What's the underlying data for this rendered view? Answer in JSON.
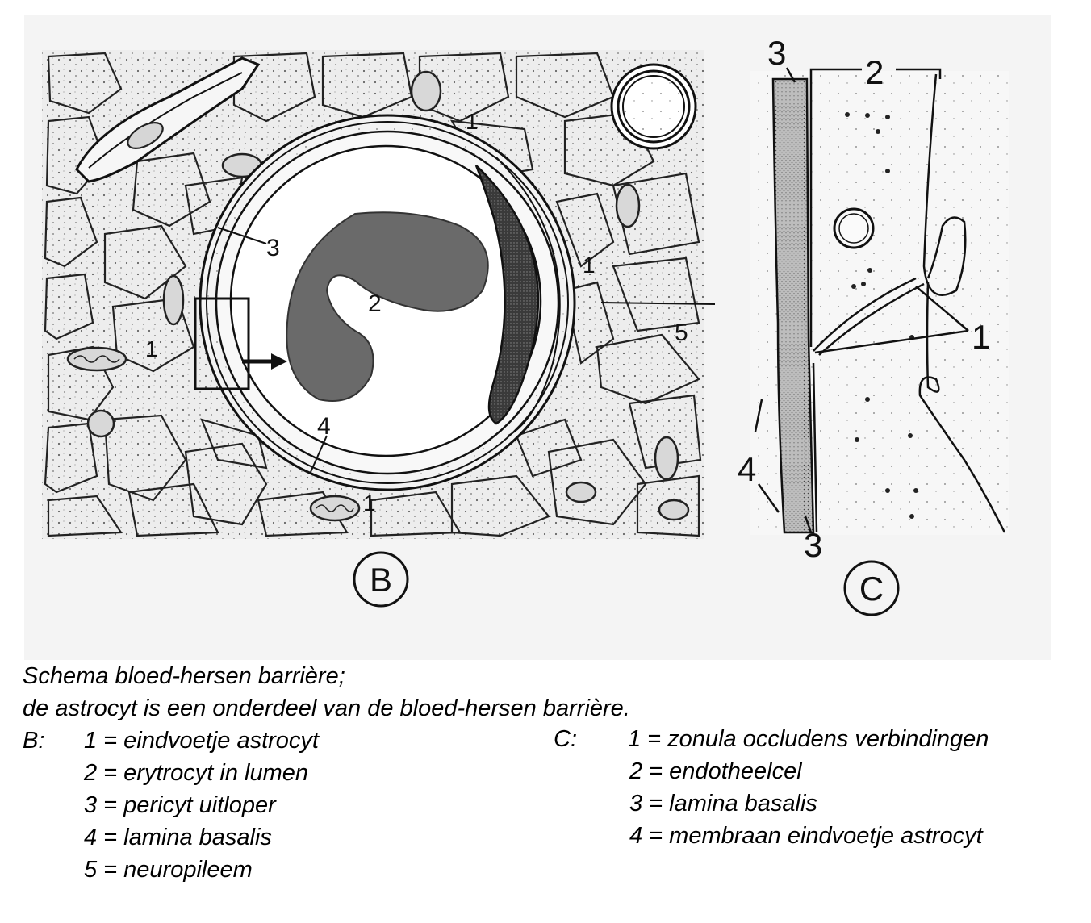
{
  "figure": {
    "panel_b_letter": "B",
    "panel_c_letter": "C",
    "panel_b_labels": {
      "n1a": "1",
      "n1b": "1",
      "n1c": "1",
      "n1d": "1",
      "n2": "2",
      "n3": "3",
      "n4": "4",
      "n5": "5"
    },
    "panel_c_labels": {
      "n1": "1",
      "n2": "2",
      "n3a": "3",
      "n3b": "3",
      "n4": "4"
    }
  },
  "caption": {
    "title_line1": "Schema bloed-hersen barrière;",
    "title_line2": "de astrocyt is een onderdeel van de bloed-hersen barrière.",
    "legend_b": {
      "key": "B:",
      "items": [
        "1 = eindvoetje astrocyt",
        "2 = erytrocyt in lumen",
        "3 = pericyt uitloper",
        "4 = lamina basalis",
        "5 = neuropileem"
      ]
    },
    "legend_c": {
      "key": "C:",
      "items": [
        "1 = zonula occludens verbindingen",
        "2 = endotheelcel",
        "3 = lamina basalis",
        "4 = membraan eindvoetje astrocyt"
      ]
    }
  }
}
